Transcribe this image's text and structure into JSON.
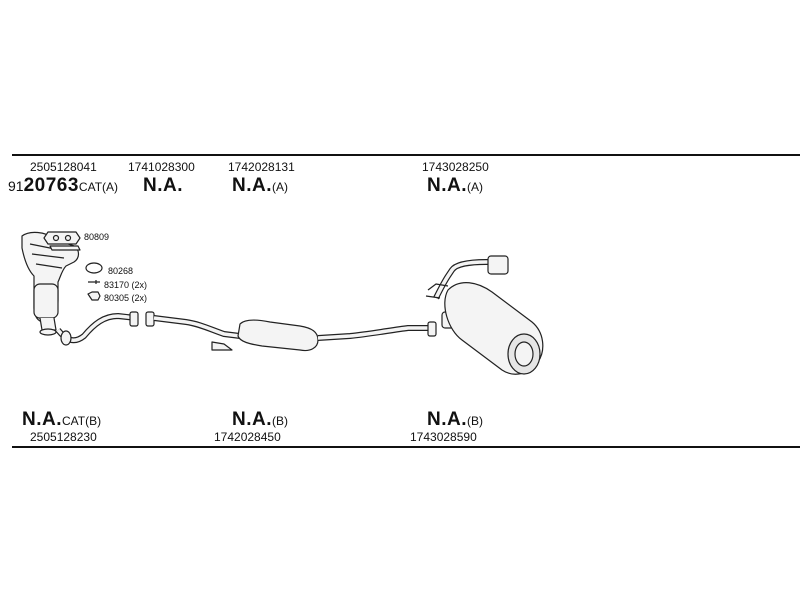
{
  "top_row": {
    "cat_top_number": "2505128041",
    "cat_top_prefix": "91",
    "cat_top_code": "20763",
    "cat_top_suffix": "CAT(A)",
    "pipe_number": "1741028300",
    "pipe_label": "N.A.",
    "middle_number": "1742028131",
    "middle_label": "N.A.",
    "middle_suffix": "(A)",
    "rear_number": "1743028250",
    "rear_label": "N.A.",
    "rear_suffix": "(A)"
  },
  "parts": {
    "gasket_1": "80809",
    "ring": "80268",
    "bolt": "83170 (2x)",
    "nut": "80305 (2x)"
  },
  "bottom_row": {
    "cat_label": "N.A.",
    "cat_suffix": "CAT(B)",
    "cat_number": "2505128230",
    "middle_label": "N.A.",
    "middle_suffix": "(B)",
    "middle_number": "1742028450",
    "rear_label": "N.A.",
    "rear_suffix": "(B)",
    "rear_number": "1743028590"
  }
}
